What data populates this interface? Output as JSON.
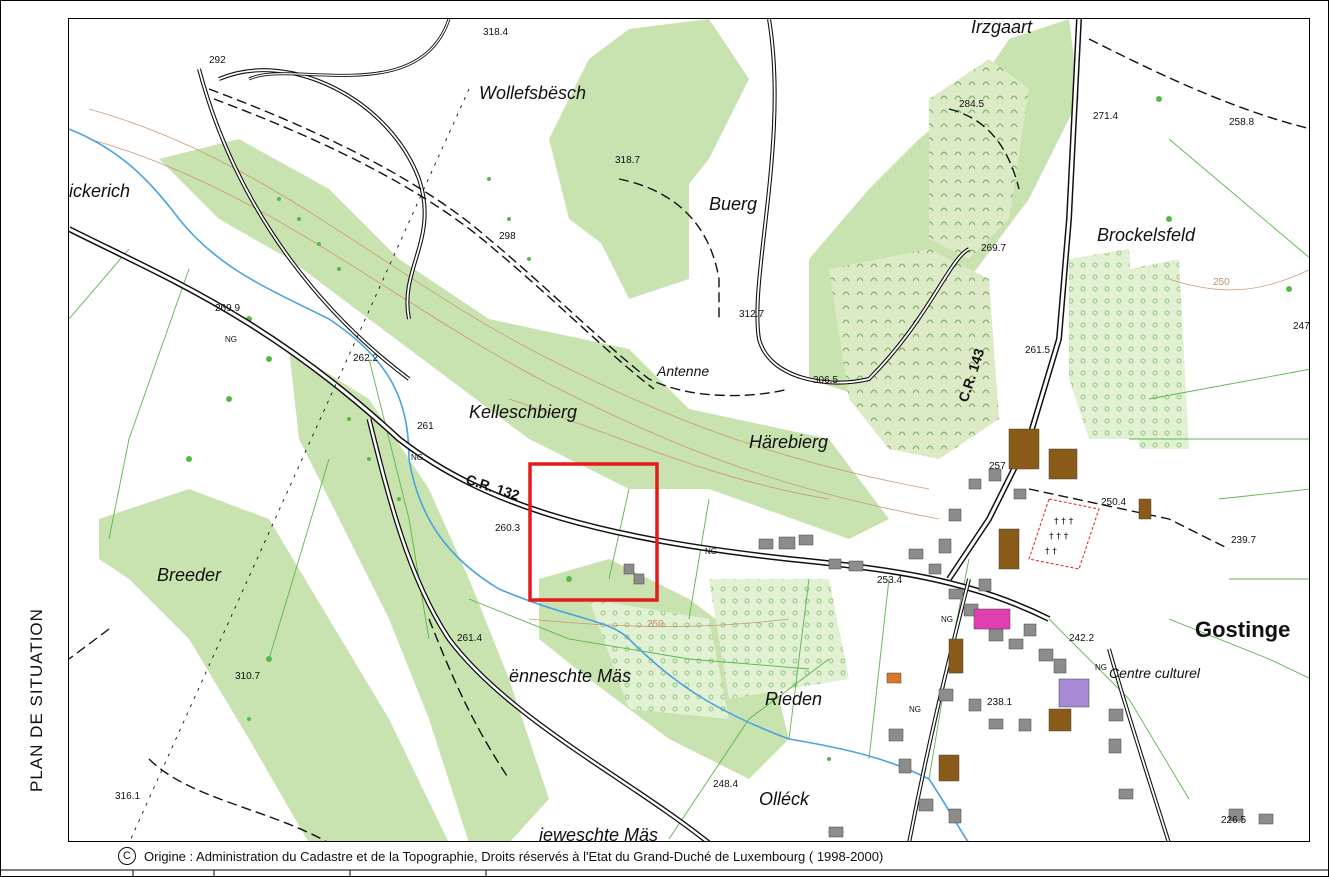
{
  "side_label": "PLAN  DE  SITUATION",
  "copyright": "Origine : Administration du Cadastre et de la Topographie, Droits réservés à l'Etat du Grand-Duché de Luxembourg ( 1998-2000)",
  "copyright_symbol": "C",
  "places": [
    {
      "t": "Irzgaart",
      "c": "place"
    },
    {
      "t": "Wollefsbësch",
      "c": "place"
    },
    {
      "t": "Buerg",
      "c": "place"
    },
    {
      "t": "Brockelsfeld",
      "c": "place"
    },
    {
      "t": "ickerich",
      "c": "place"
    },
    {
      "t": "Antenne",
      "c": "place sm"
    },
    {
      "t": "Kelleschbierg",
      "c": "place"
    },
    {
      "t": "Härebierg",
      "c": "place"
    },
    {
      "t": "Breeder",
      "c": "place"
    },
    {
      "t": "ënneschte Mäs",
      "c": "place"
    },
    {
      "t": "Rieden",
      "c": "place"
    },
    {
      "t": "Olléck",
      "c": "place"
    },
    {
      "t": "ieweschte Mäs",
      "c": "place"
    },
    {
      "t": "Gostinge",
      "c": "place big"
    },
    {
      "t": "Centre culturel",
      "c": "place sm"
    }
  ],
  "roads": [
    "C.R. 143",
    "C.R. 132"
  ],
  "elevations": [
    "318.4",
    "292",
    "284.5",
    "271.4",
    "258.8",
    "318.7",
    "298",
    "269.7",
    "312.7",
    "269.9",
    "262.2",
    "261.5",
    "306.5",
    "247",
    "261",
    "260.3",
    "257",
    "250.4",
    "239.7",
    "253.4",
    "242.2",
    "261.4",
    "310.7",
    "238.1",
    "316.1",
    "248.4",
    "226.5",
    "250",
    "250"
  ],
  "ng_labels": [
    "NG",
    "NG",
    "NG",
    "NG",
    "NG",
    "NG"
  ],
  "colors": {
    "woodland": "#c9e3b0",
    "orchard": "#e2f0d3",
    "building": "#8c8c8c",
    "building_brown": "#8a5a19",
    "church": "#e040b0",
    "culture": "#a78ad6",
    "road": "#111111",
    "river": "#4aa3df",
    "contour": "#c8906a",
    "parcel": "#58b848",
    "highlight": "#e31b1b"
  }
}
